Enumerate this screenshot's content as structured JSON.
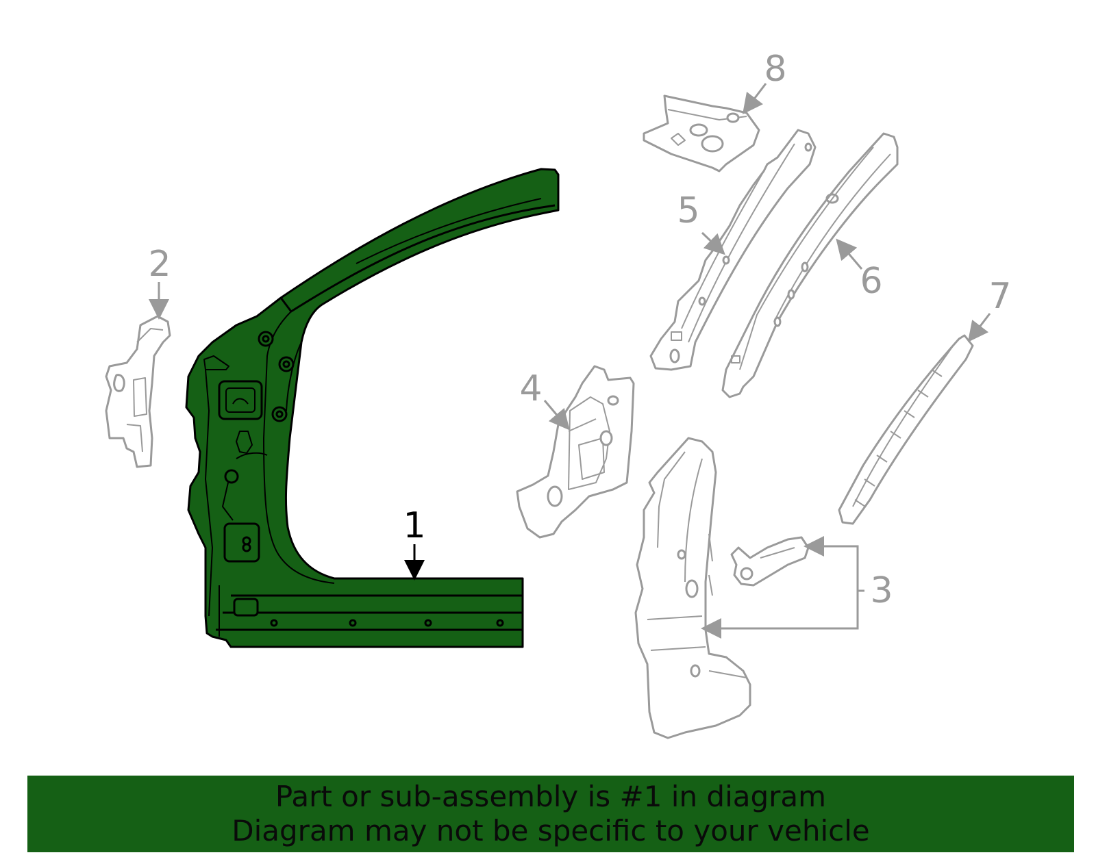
{
  "callouts": {
    "c1": "1",
    "c2": "2",
    "c3": "3",
    "c4": "4",
    "c5": "5",
    "c6": "6",
    "c7": "7",
    "c8": "8"
  },
  "banner": {
    "line1": "Part or sub-assembly is #1 in diagram",
    "line2": "Diagram may not be specific to your vehicle"
  },
  "colors": {
    "highlight_fill": "#156015",
    "outline_dark": "#000000",
    "outline_gray": "#9a9a9a",
    "banner_bg": "#156015"
  }
}
